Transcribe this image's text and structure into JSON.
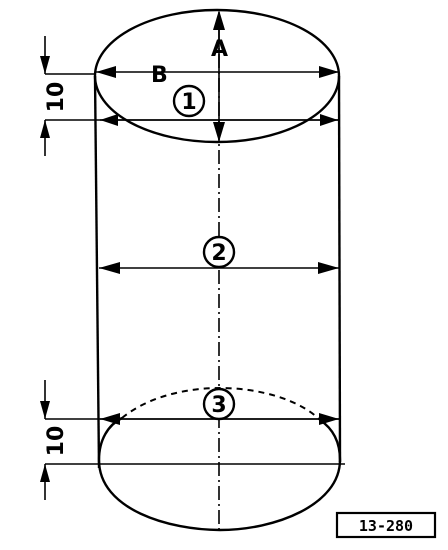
{
  "labels": {
    "dim_a": "A",
    "dim_b": "B",
    "position_1": "1",
    "position_2": "2",
    "position_3": "3",
    "top_offset": "10",
    "bottom_offset": "10",
    "figure_ref": "13-280"
  }
}
